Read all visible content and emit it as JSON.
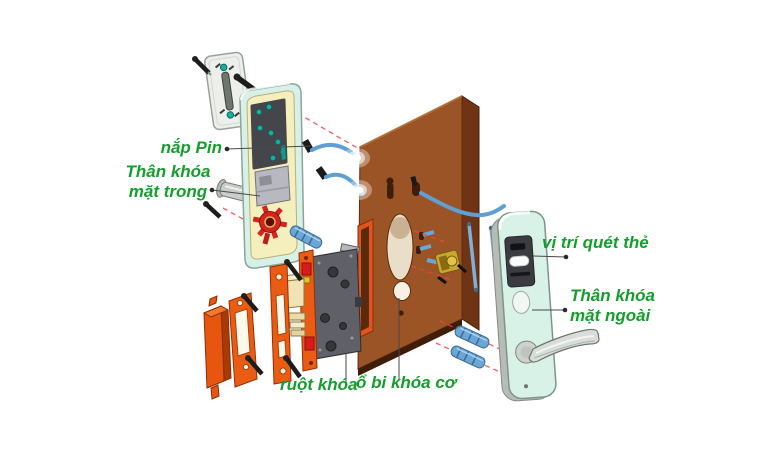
{
  "figure": {
    "background": "#ffffff",
    "labels": {
      "battery_cover": "nắp Pin",
      "inner_body_line1": "Thân khóa",
      "inner_body_line2": "mặt trong",
      "card_swipe_position": "vị trí quét thẻ",
      "outer_body_line1": "Thân khóa",
      "outer_body_line2": "mặt ngoài",
      "lock_mortise": "ruột khóa",
      "mechanical_cylinder": "ổ bi khóa cơ"
    },
    "colors": {
      "label_green": "#149f2c",
      "door_front": "#9b5426",
      "door_side": "#6e3413",
      "orange_hardware": "#ea5c14",
      "lock_body_mint": "#d8f2e7",
      "inner_face_cream": "#f4efbc",
      "panel_dark_gray": "#45454c",
      "cable_blue": "#5f9fd4",
      "brass_cylinder": "#c9a82e",
      "thumbturn_red": "#d42420",
      "guide_line_red": "#ef4444",
      "screw_teal": "#12b2a2"
    }
  }
}
